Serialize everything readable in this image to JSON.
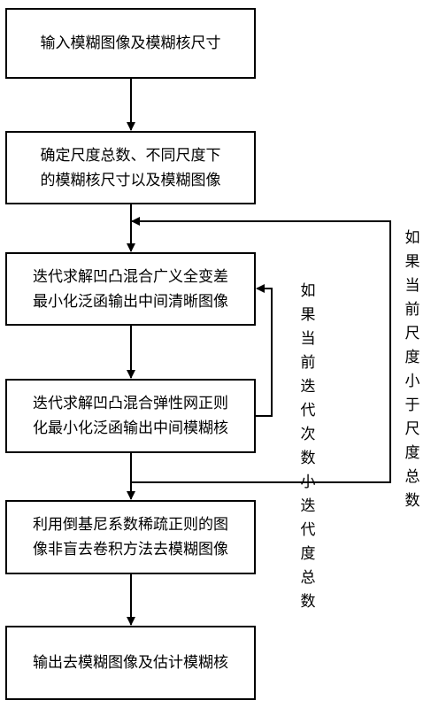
{
  "flowchart": {
    "steps": [
      {
        "id": "step-1",
        "text": "输入模糊图像及模糊核尺寸"
      },
      {
        "id": "step-2",
        "text": "确定尺度总数、不同尺度下\n的模糊核尺寸以及模糊图像"
      },
      {
        "id": "step-3",
        "text": "迭代求解凹凸混合广义全变差\n最小化泛函输出中间清晰图像"
      },
      {
        "id": "step-4",
        "text": "迭代求解凹凸混合弹性网正则\n化最小化泛函输出中间模糊核"
      },
      {
        "id": "step-5",
        "text": "利用倒基尼系数稀疏正则的图\n像非盲去卷积方法去模糊图像"
      },
      {
        "id": "step-6",
        "text": "输出去模糊图像及估计模糊核"
      }
    ],
    "inner_loop_label": "如果当前迭代次数小迭代度总数",
    "outer_loop_label": "如果当前尺度小于尺度总数"
  }
}
